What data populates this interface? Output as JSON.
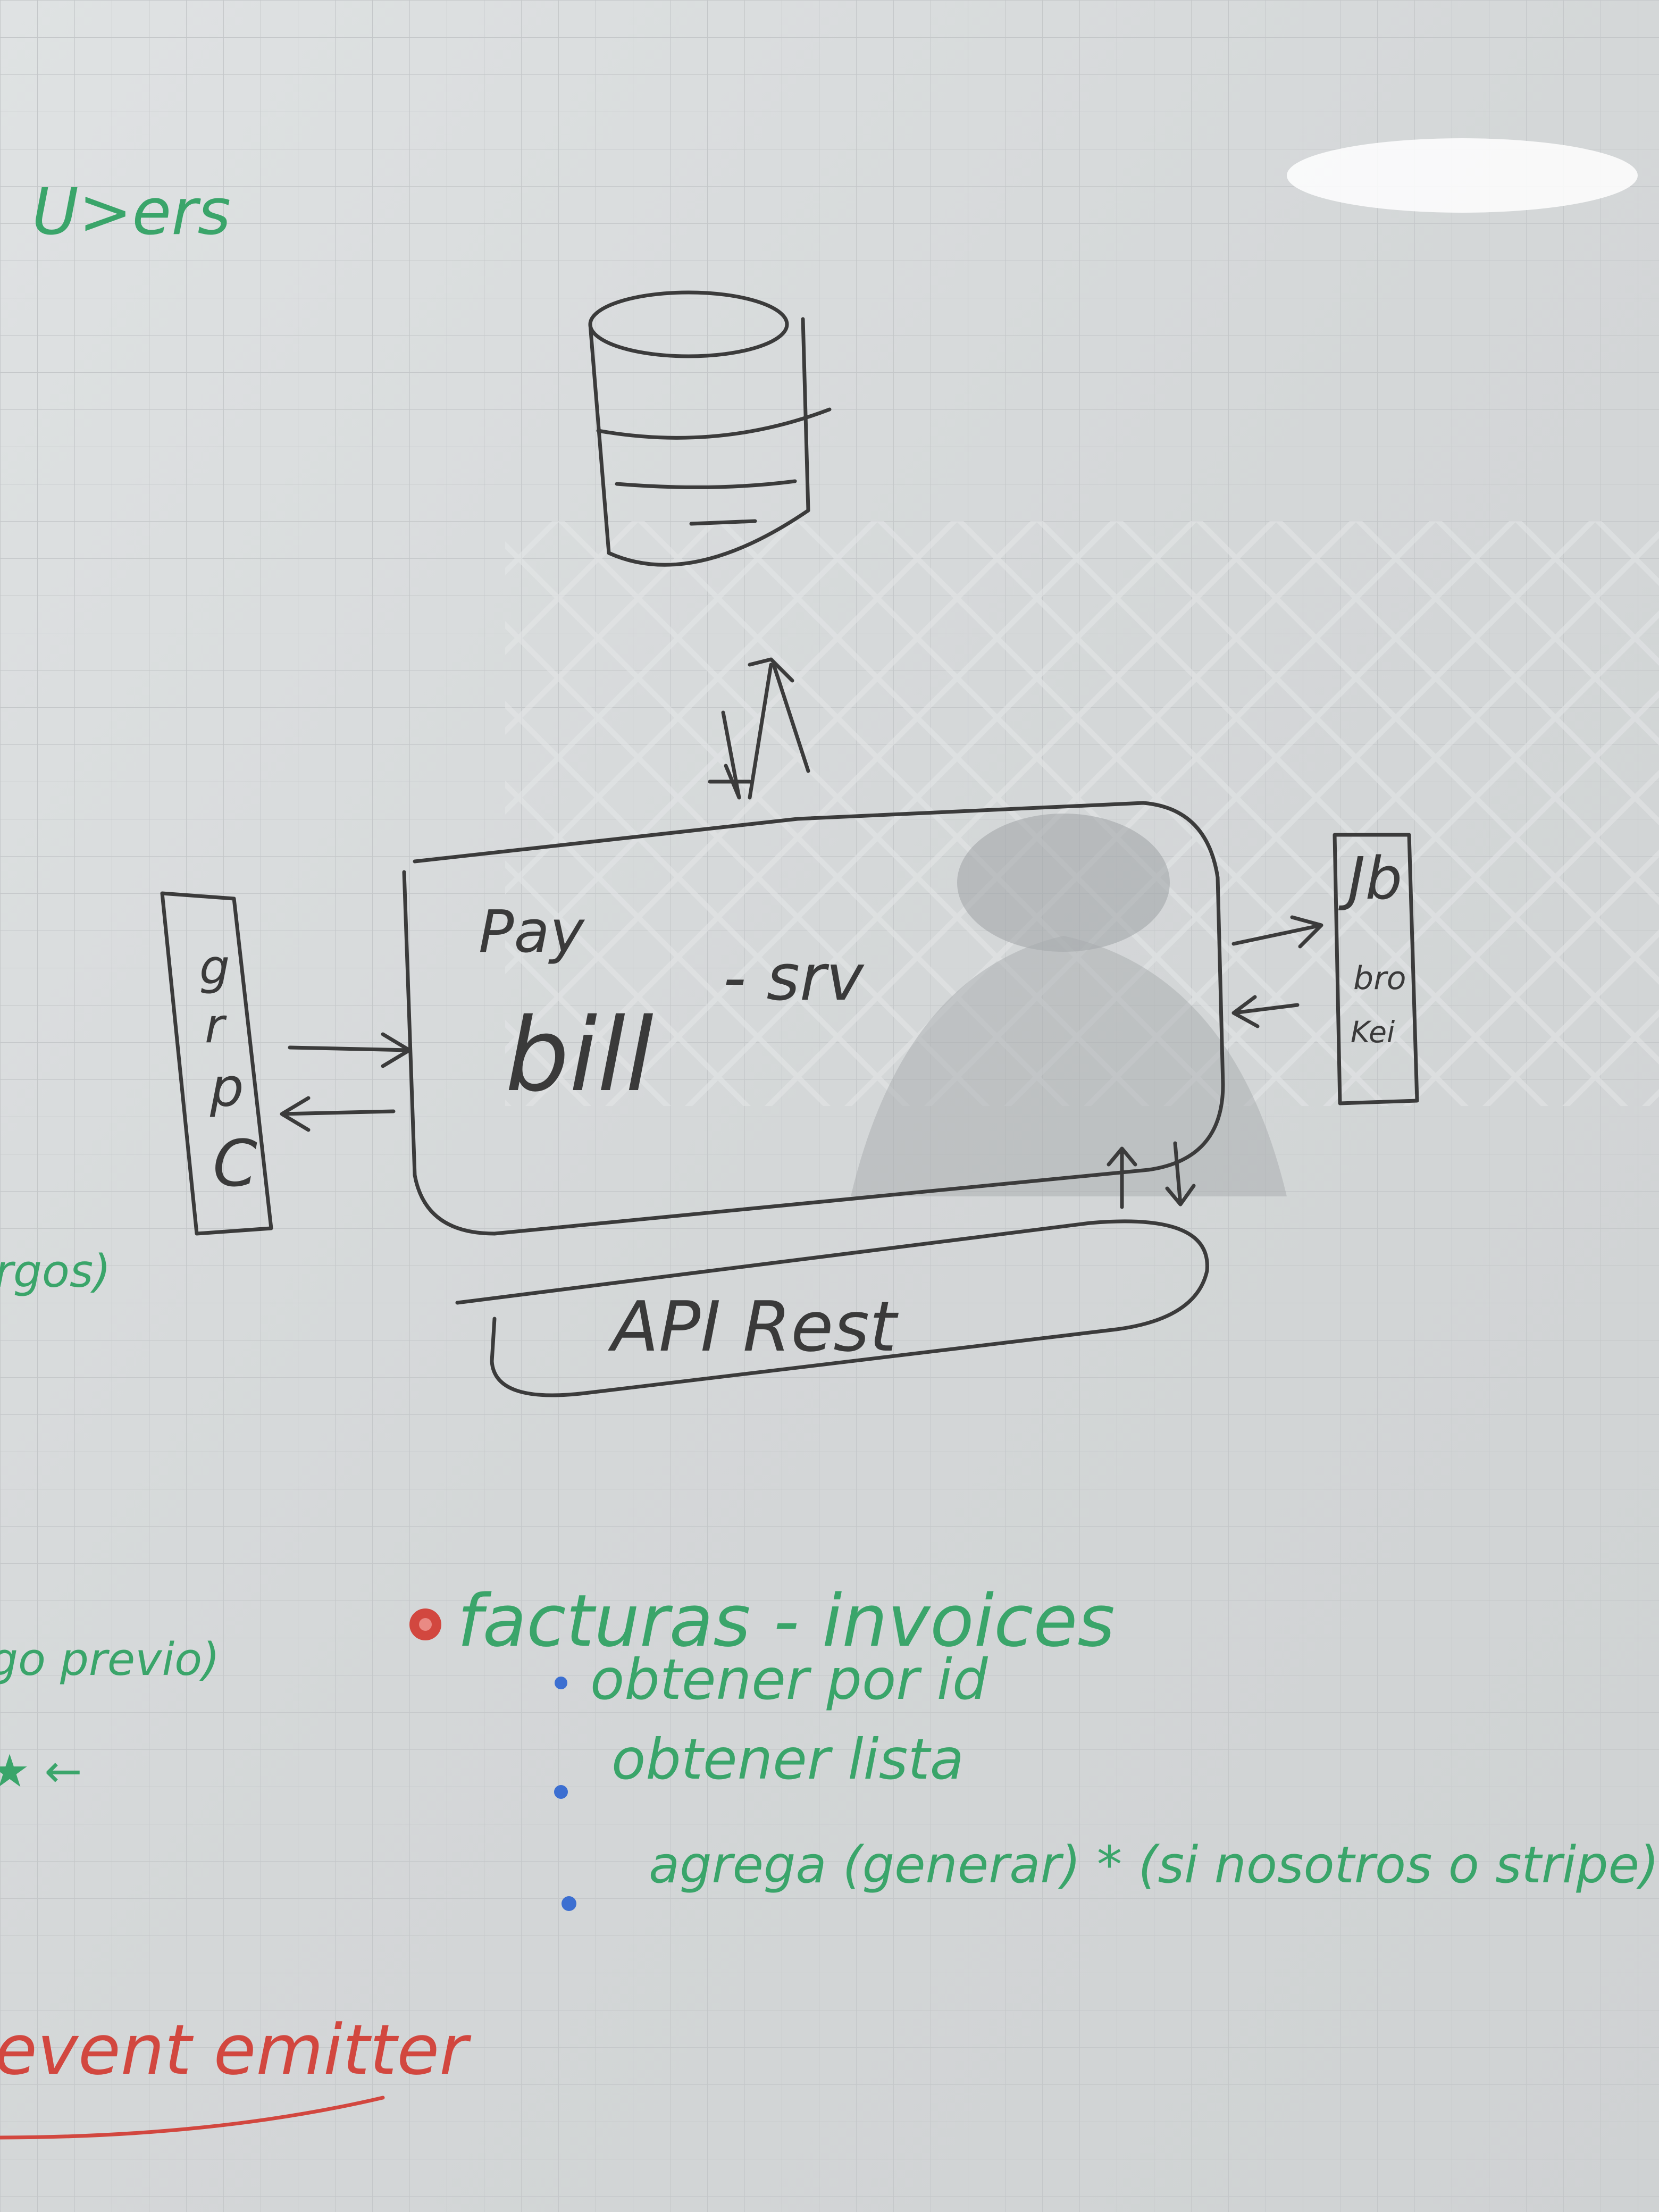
{
  "board": {
    "top_left_label": "U>ers",
    "cut_left_labels": [
      "rgos)",
      "go previo)"
    ],
    "star_arrow": "★ ←",
    "event_label": "event emitter"
  },
  "diagram": {
    "database_label": "",
    "service": {
      "line1": "Pay",
      "line2": "bill",
      "suffix": "- srv"
    },
    "grpc": {
      "letters": [
        "g",
        "r",
        "p",
        "C"
      ]
    },
    "broker": {
      "line1": "Jb",
      "line2": "bro",
      "line3": "Kei"
    },
    "api": {
      "label": "API Rest"
    }
  },
  "notes": {
    "heading": "facturas - invoices",
    "items": [
      "obtener por id",
      "obtener lista",
      "agrega (generar) * (si nosotros o stripe)"
    ],
    "colors": {
      "heading_bullet": "#d2473f",
      "item_bullet": "#3c6fd1",
      "text": "#3aa56a"
    }
  }
}
